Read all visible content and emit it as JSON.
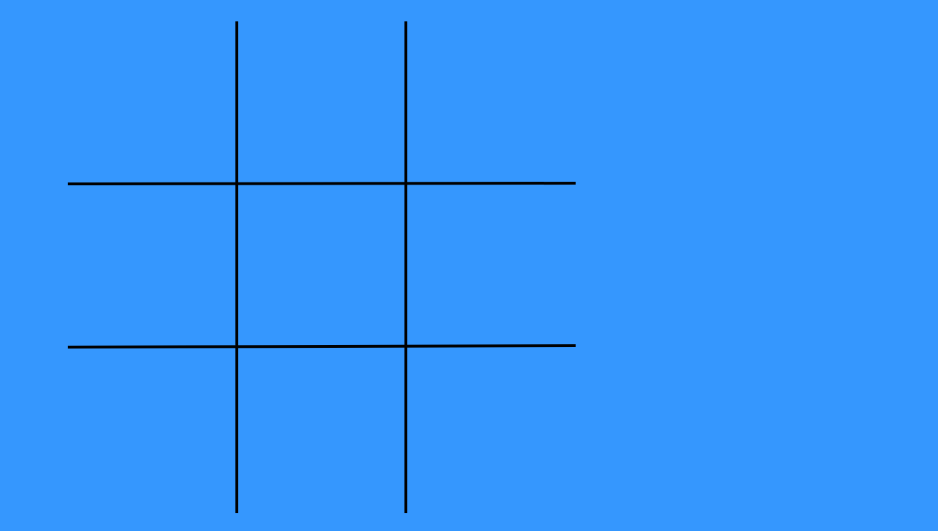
{
  "game": {
    "type": "tic-tac-toe",
    "board": {
      "rows": 3,
      "columns": 3,
      "cells": [
        [
          "",
          "",
          ""
        ],
        [
          "",
          "",
          ""
        ],
        [
          "",
          "",
          ""
        ]
      ]
    }
  },
  "colors": {
    "background": "#3597fe",
    "grid_lines": "#000000"
  }
}
